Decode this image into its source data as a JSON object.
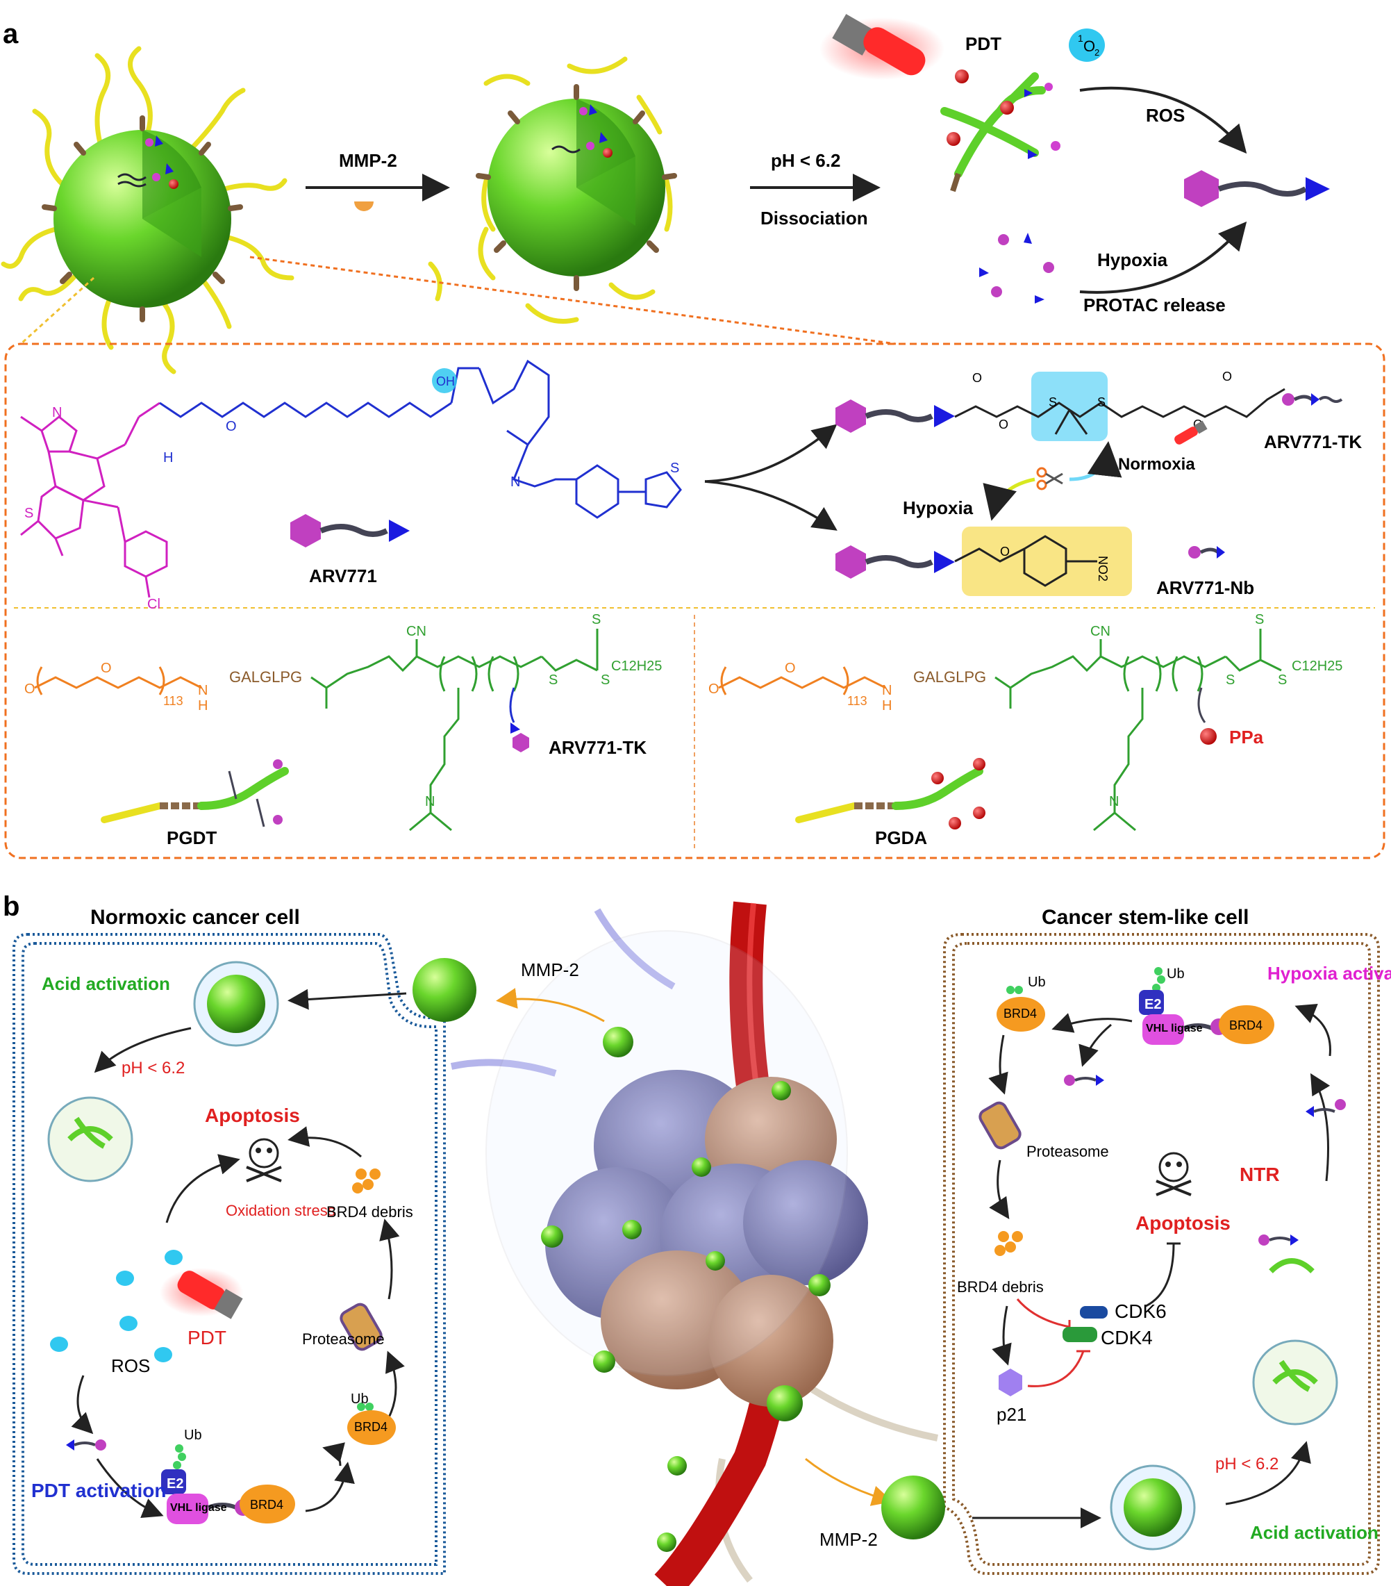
{
  "panel_a": {
    "letter": "a",
    "mmp2": "MMP-2",
    "ph": "pH < 6.2",
    "dissociation": "Dissociation",
    "pdt": "PDT",
    "singlet_o": "O",
    "singlet_sup": "1",
    "singlet_sub": "2",
    "ros": "ROS",
    "hypoxia": "Hypoxia",
    "protac_release": "PROTAC release",
    "arv771": "ARV771",
    "arv771_tk": "ARV771-TK",
    "arv771_nb": "ARV771-Nb",
    "normoxia": "Normoxia",
    "hypoxia2": "Hypoxia",
    "oh": "OH",
    "no2": "NO2",
    "cl": "Cl",
    "pgdt": "PGDT",
    "pgda": "PGDA",
    "ppa": "PPa",
    "galglpg": "GALGLPG",
    "n113": "113",
    "cn": "CN",
    "c12h25": "C12H25",
    "sulfur": "S",
    "nitrogen": "N",
    "oxygen": "O",
    "hydrogen": "H"
  },
  "panel_b": {
    "letter": "b",
    "normoxic_title": "Normoxic cancer cell",
    "stem_title": "Cancer stem-like cell",
    "acid_activation": "Acid activation",
    "acid_activation_right": "Acid activation",
    "ph_left": "pH < 6.2",
    "ph_right": "pH < 6.2",
    "apoptosis_left": "Apoptosis",
    "apoptosis_right": "Apoptosis",
    "oxidation_stress": "Oxidation stress",
    "brd4_debris_left": "BRD4 debris",
    "brd4_debris_right": "BRD4 debris",
    "pdt": "PDT",
    "ros": "ROS",
    "proteasome_left": "Proteasome",
    "proteasome_right": "Proteasome",
    "pdt_activation": "PDT activation",
    "hypoxia_activation": "Hypoxia activation",
    "ntr": "NTR",
    "mmp2_top": "MMP-2",
    "mmp2_bottom": "MMP-2",
    "ub": "Ub",
    "e2": "E2",
    "vhl": "VHL ligase",
    "brd4": "BRD4",
    "cdk6": "CDK6",
    "cdk4": "CDK4",
    "p21": "p21"
  },
  "colors": {
    "green_sphere": "#5fcf2a",
    "yellow_peg": "#e8e020",
    "blue_cell": "#1a5a9a",
    "brown_cell": "#8a5a2a",
    "red_text": "#e02020",
    "green_text": "#22aa22",
    "blue_text": "#2030d0",
    "magenta_text": "#e020d0",
    "orange_dash": "#f07020",
    "brd4_orange": "#f59a20",
    "protac_magenta": "#c040c0",
    "vhl_blue": "#1a1ae0"
  }
}
